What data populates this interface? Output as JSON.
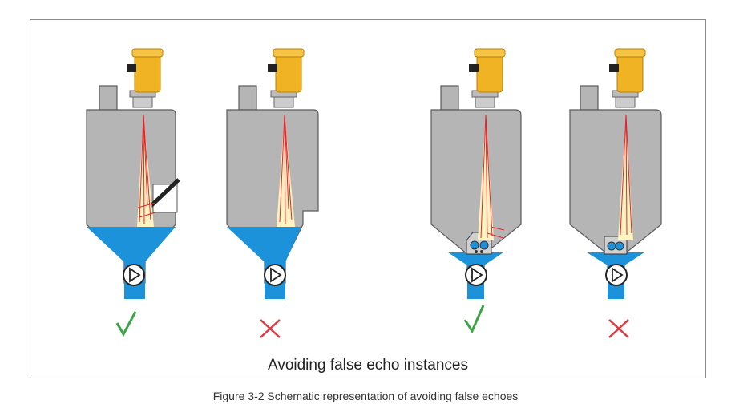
{
  "figure_caption": "Figure 3-2 Schematic representation of avoiding false echoes",
  "inner_caption": "Avoiding false echo instances",
  "colors": {
    "tank": "#b5b5b5",
    "tank_outline": "#5a5a5a",
    "liquid": "#1c92da",
    "sensor": "#f0b323",
    "beam": "#fff4c2",
    "echo": "#e8232a",
    "check": "#3aa544",
    "cross": "#e0393e"
  },
  "panels": [
    {
      "id": "panel-1",
      "result": "correct",
      "mark_icon": "checkmark-icon"
    },
    {
      "id": "panel-2",
      "result": "incorrect",
      "mark_icon": "cross-icon"
    },
    {
      "id": "panel-3",
      "result": "correct",
      "mark_icon": "checkmark-icon"
    },
    {
      "id": "panel-4",
      "result": "incorrect",
      "mark_icon": "cross-icon"
    }
  ]
}
